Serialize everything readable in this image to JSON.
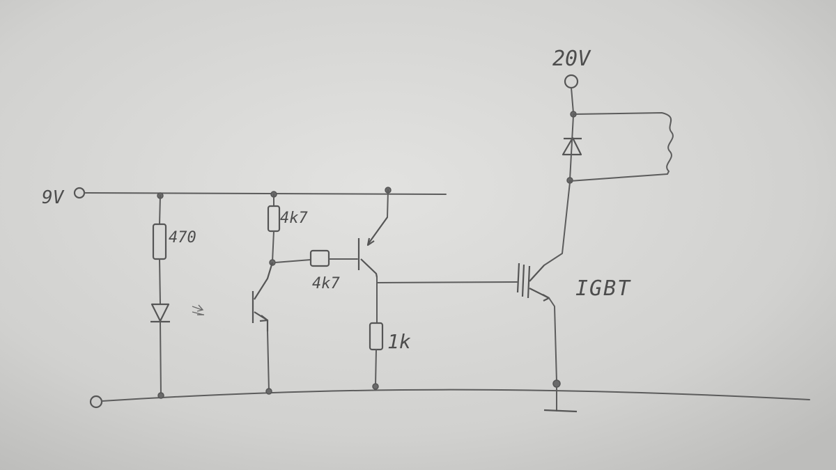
{
  "labels": {
    "supply_9v": "9V",
    "supply_20v": "20V",
    "r_led": "470",
    "r_pullup": "4k7",
    "r_base": "4k7",
    "r_emitter": "1k",
    "igbt": "IGBT"
  },
  "colors": {
    "paper": "#cfcfcd",
    "pencil": "#5c5c5c"
  }
}
